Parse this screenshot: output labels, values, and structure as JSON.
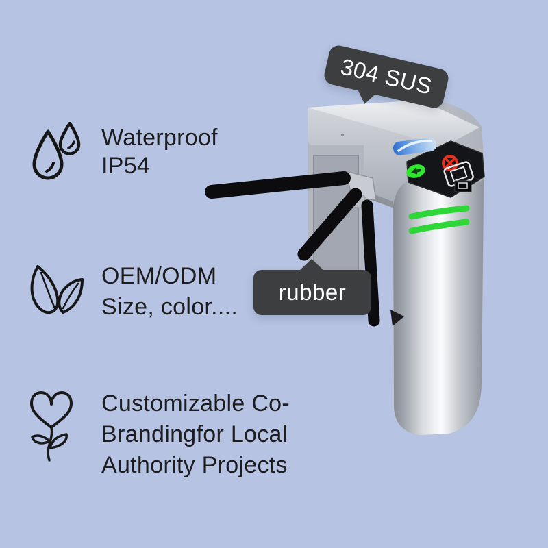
{
  "background": "#b6c3e3",
  "features": [
    {
      "icon": "water-drops-icon",
      "lines": [
        "Waterproof",
        "IP54"
      ]
    },
    {
      "icon": "leaves-icon",
      "lines": [
        "OEM/ODM",
        "Size, color...."
      ]
    },
    {
      "icon": "heart-flower-icon",
      "lines": [
        "Customizable Co-",
        "Brandingfor Local",
        "Authority Projects"
      ]
    }
  ],
  "callouts": {
    "material": {
      "label": "304 SUS"
    },
    "arm": {
      "label": "rubber"
    },
    "bubble_color": "#3d3e40",
    "text_color": "#ffffff"
  },
  "product": {
    "type": "tripod turnstile access gate",
    "indicator_icons": [
      "green-go-arrow",
      "red-stop-cross",
      "card-reader",
      "blue-brand-sticker",
      "green-led-stripes"
    ],
    "colors": {
      "steel_highlight": "#fbfcfd",
      "steel_mid": "#c8ccd2",
      "steel_dark": "#8d929b",
      "arm_rubber_black": "#0c0c0e",
      "panel_black": "#141518",
      "led_green": "#2fd637",
      "indicator_red": "#e33122",
      "sticker_blue": "#3a77d2"
    }
  }
}
